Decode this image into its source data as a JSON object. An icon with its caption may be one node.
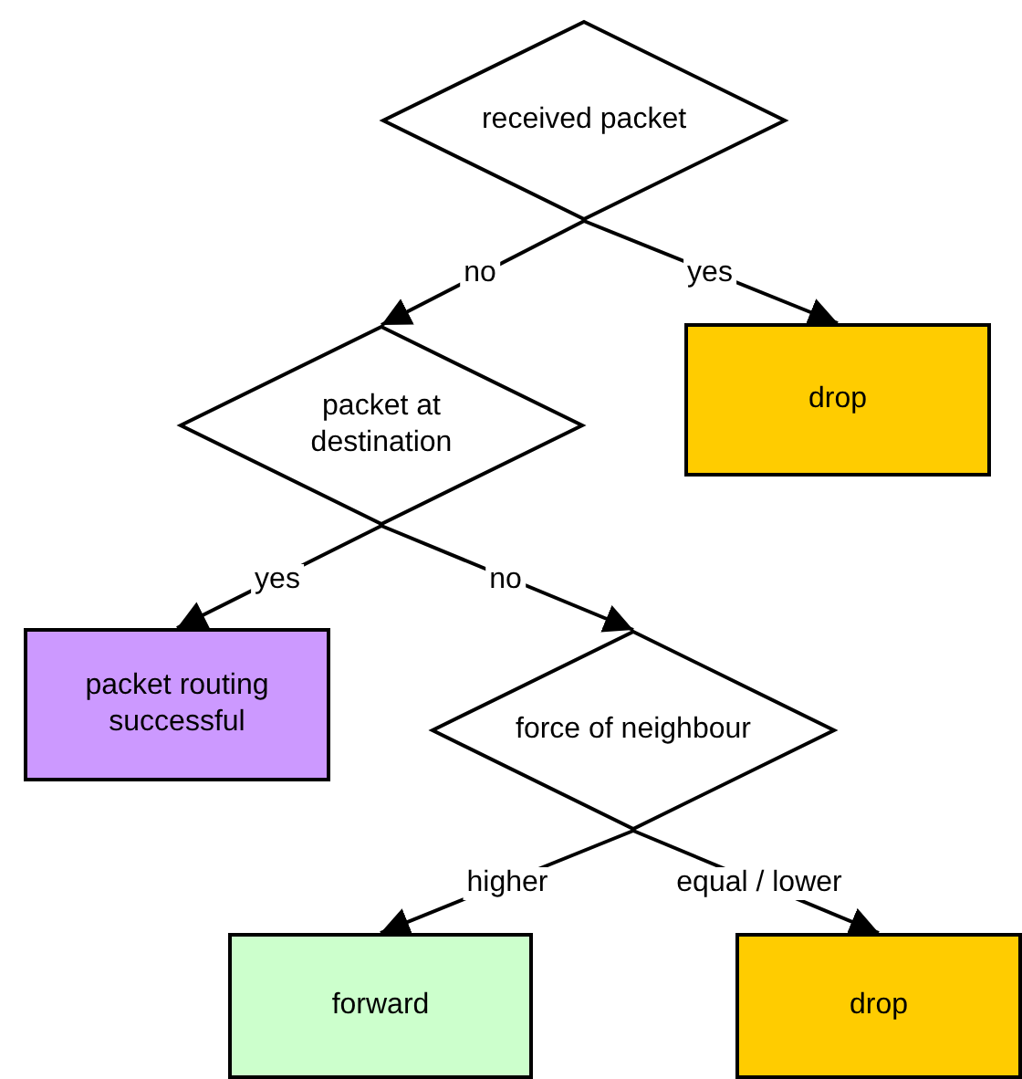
{
  "diagram": {
    "nodes": [
      {
        "text": [
          "received packet"
        ]
      },
      {
        "text": [
          "drop"
        ]
      },
      {
        "text": [
          "packet at destination"
        ]
      },
      {
        "text": [
          "packet routing successful"
        ]
      },
      {
        "text": [
          "force of neighbour"
        ]
      },
      {
        "text": [
          "forward"
        ]
      },
      {
        "text": [
          "drop"
        ]
      }
    ],
    "edges": [
      {
        "from": 0,
        "to": 2,
        "arrow": "to",
        "label": "no"
      },
      {
        "from": 0,
        "to": 1,
        "arrow": "to",
        "label": "yes"
      },
      {
        "from": 2,
        "to": 3,
        "arrow": "to",
        "label": "yes"
      },
      {
        "from": 2,
        "to": 4,
        "arrow": "to",
        "label": "no"
      },
      {
        "from": 4,
        "to": 5,
        "arrow": "to",
        "label": "higher"
      },
      {
        "from": 4,
        "to": 6,
        "arrow": "to",
        "label": "equal / lower"
      }
    ]
  }
}
